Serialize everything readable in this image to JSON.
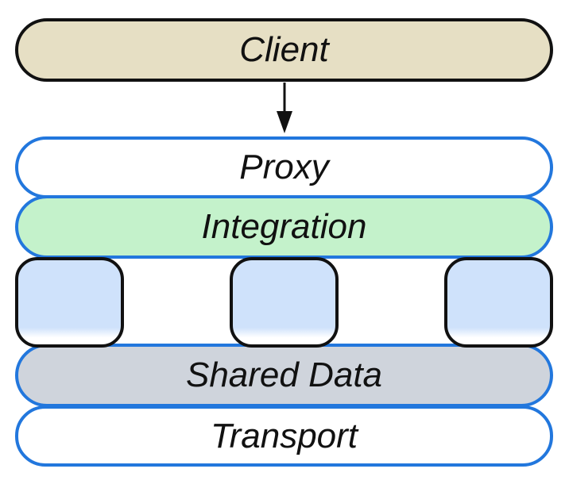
{
  "layers": {
    "client": "Client",
    "proxy": "Proxy",
    "integration": "Integration",
    "shared_data": "Shared Data",
    "transport": "Transport"
  },
  "colors": {
    "client_fill": "#e6dfc4",
    "integration_fill": "#c4f2cb",
    "shared_fill": "#cfd4dc",
    "module_fill": "#cfe2fb",
    "layer_border": "#2277dd",
    "client_border": "#111111"
  },
  "modules": [
    "",
    "",
    ""
  ]
}
